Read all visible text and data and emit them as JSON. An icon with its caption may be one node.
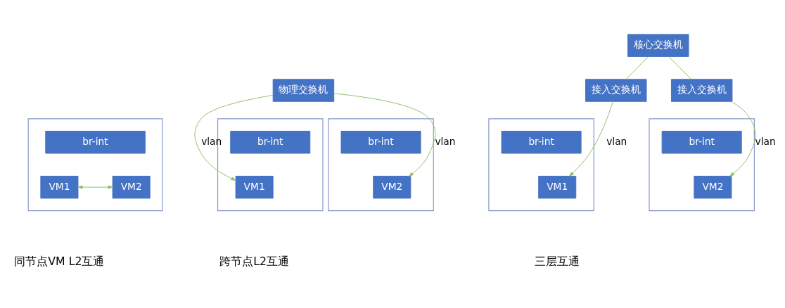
{
  "diagram": {
    "nodes": [
      {
        "text": [],
        "shape": "box"
      },
      {
        "text": [
          "br-int"
        ],
        "in": 0
      },
      {
        "text": [
          "VM1"
        ],
        "in": 0
      },
      {
        "text": [
          "VM2"
        ],
        "in": 0
      },
      {
        "text": [
          "物理交换机"
        ]
      },
      {
        "text": [],
        "shape": "box"
      },
      {
        "text": [
          "br-int"
        ],
        "in": 5
      },
      {
        "text": [
          "VM1"
        ],
        "in": 5
      },
      {
        "text": [],
        "shape": "box"
      },
      {
        "text": [
          "br-int"
        ],
        "in": 8
      },
      {
        "text": [
          "VM2"
        ],
        "in": 8
      },
      {
        "text": [
          "核心交换机"
        ]
      },
      {
        "text": [
          "接入交换机"
        ]
      },
      {
        "text": [
          "接入交换机"
        ]
      },
      {
        "text": [],
        "shape": "box"
      },
      {
        "text": [
          "br-int"
        ],
        "in": 14
      },
      {
        "text": [
          "VM1"
        ],
        "in": 14
      },
      {
        "text": [],
        "shape": "box"
      },
      {
        "text": [
          "br-int"
        ],
        "in": 17
      },
      {
        "text": [
          "VM2"
        ],
        "in": 17
      }
    ],
    "edges": [
      {
        "from": 2,
        "to": 3,
        "arrow": "both"
      },
      {
        "from": 4,
        "to": 7,
        "arrow": "to",
        "label": "vlan"
      },
      {
        "from": 4,
        "to": 10,
        "arrow": "to",
        "label": "vlan"
      },
      {
        "from": 11,
        "to": 12,
        "arrow": "none"
      },
      {
        "from": 11,
        "to": 13,
        "arrow": "none"
      },
      {
        "from": 12,
        "to": 16,
        "arrow": "to",
        "label": "vlan"
      },
      {
        "from": 13,
        "to": 19,
        "arrow": "to",
        "label": "vlan"
      }
    ],
    "labels": [
      "同节点VM L2互通",
      "跨节点L2互通",
      "三层互通"
    ]
  }
}
